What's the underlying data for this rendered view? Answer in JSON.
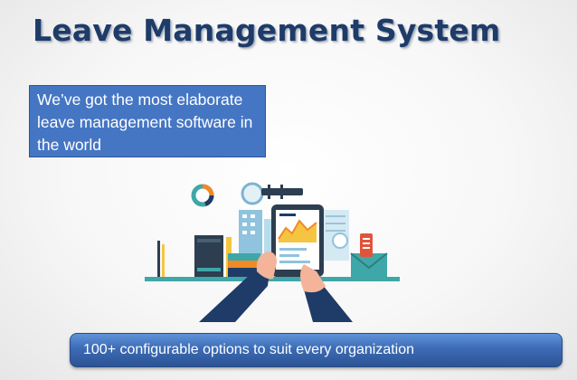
{
  "slide": {
    "title": "Leave Management System",
    "tagline": "We’ve got the most elaborate leave management software in the world",
    "banner": "100+ configurable options to suit every organization"
  },
  "illustration": {
    "icons": [
      "donut-chart-icon",
      "magnifier-icon",
      "buildings-icon",
      "books-icon",
      "tablet-icon",
      "envelope-icon",
      "document-icon",
      "pencils-icon"
    ],
    "colors": {
      "navy": "#1f3b67",
      "blue": "#4576c4",
      "teal": "#3fa7a8",
      "orange": "#f08a24",
      "red": "#e0543c",
      "yellow": "#f5c542",
      "dark": "#2c3e50"
    }
  }
}
